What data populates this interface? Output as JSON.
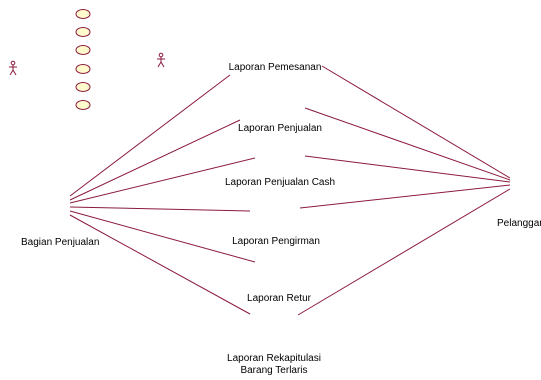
{
  "colors": {
    "line": "#8b1a3c",
    "usecase_fill": "#fffbcc",
    "usecase_stroke": "#8b1a3c",
    "actor_stroke": "#8b1a3c",
    "text": "#000000"
  },
  "actors": {
    "bagian_penjualan": "Bagian Penjualan",
    "pelanggan": "Pelanggan"
  },
  "use_cases": [
    "Laporan Pemesanan",
    "Laporan Penjualan",
    "Laporan Penjualan Cash",
    "Laporan Pengirman",
    "Laporan Retur",
    "Laporan Rekapitulasi Barang Terlaris"
  ],
  "icons": {
    "actor": "stick-figure-icon",
    "usecase": "ellipse-icon"
  }
}
